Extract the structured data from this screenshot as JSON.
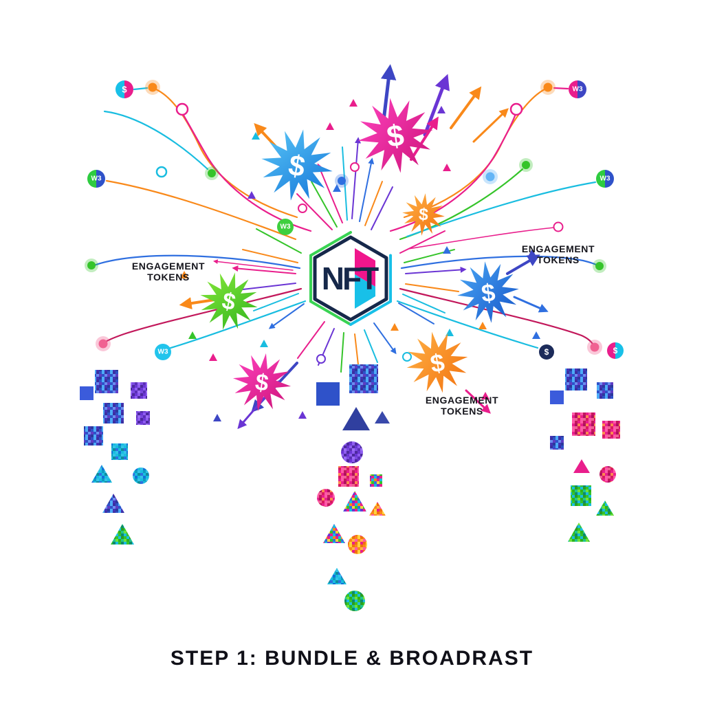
{
  "caption": "STEP 1: BUNDLE & BROADRAST",
  "hexagon": {
    "label": "NFT"
  },
  "labels": {
    "left": {
      "line1": "ENGAGEMENT",
      "line2": "TOKENS"
    },
    "right": {
      "line1": "ENGAGEMENT",
      "line2": "TOKENS"
    },
    "bottom": {
      "line1": "ENGAGEMENT",
      "line2": "TOKENS"
    }
  },
  "badges": [
    {
      "name": "dollar-badge-top-left",
      "label": "$"
    },
    {
      "name": "w3-badge-top-right",
      "label": "W3"
    },
    {
      "name": "w3-badge-mid-left",
      "label": "W3"
    },
    {
      "name": "w3-badge-mid-right",
      "label": "W3"
    },
    {
      "name": "w3-badge-center",
      "label": "W3"
    },
    {
      "name": "w3-badge-lower-left",
      "label": "W3"
    },
    {
      "name": "dollar-badge-lower-right",
      "label": "$"
    },
    {
      "name": "dollar-badge-far-right",
      "label": "$"
    }
  ],
  "starbursts": [
    {
      "name": "starburst-blue-top-left",
      "label": "$"
    },
    {
      "name": "starburst-magenta-top",
      "label": "$"
    },
    {
      "name": "starburst-orange-mid",
      "label": "$"
    },
    {
      "name": "starburst-green-left",
      "label": "$"
    },
    {
      "name": "starburst-blue-right",
      "label": "$"
    },
    {
      "name": "starburst-magenta-lower-left",
      "label": "$"
    },
    {
      "name": "starburst-orange-lower-right",
      "label": "$"
    }
  ],
  "palette": {
    "magenta": "#e91e8c",
    "pink": "#f06292",
    "purple": "#6a35d4",
    "indigo": "#3d46c4",
    "orange": "#f9891a",
    "green": "#35c42a",
    "cyan": "#19bde0",
    "blue": "#2f6fe0",
    "navy": "#16284a"
  }
}
